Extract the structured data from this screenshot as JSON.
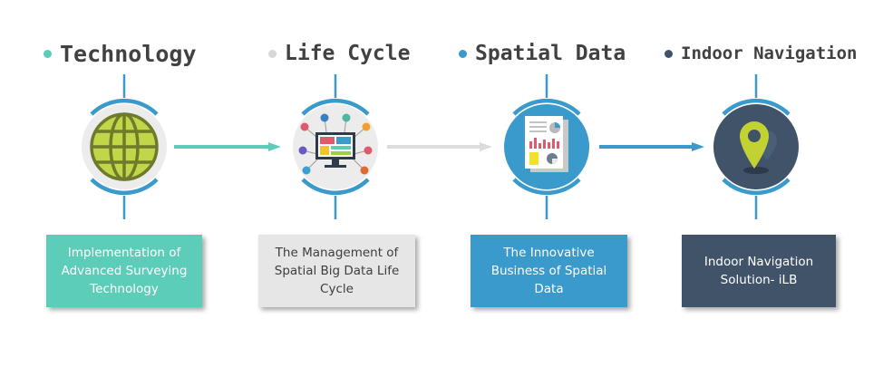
{
  "steps": [
    {
      "title": "Technology",
      "description": "Implementation of Advanced Surveying Technology",
      "color": "#5ccdb9",
      "icon": "globe-icon"
    },
    {
      "title": "Life Cycle",
      "description": "The Management of Spatial Big Data Life Cycle",
      "color": "#d7d7d7",
      "icon": "data-lifecycle-icon"
    },
    {
      "title": "Spatial Data",
      "description": "The Innovative Business of Spatial Data",
      "color": "#3a9acb",
      "icon": "report-charts-icon"
    },
    {
      "title": "Indoor Navigation",
      "description": "Indoor Navigation Solution- iLB",
      "color": "#415369",
      "icon": "location-pin-icon"
    }
  ],
  "colors": {
    "ring": "#3a9acb",
    "title_text": "#414141"
  }
}
